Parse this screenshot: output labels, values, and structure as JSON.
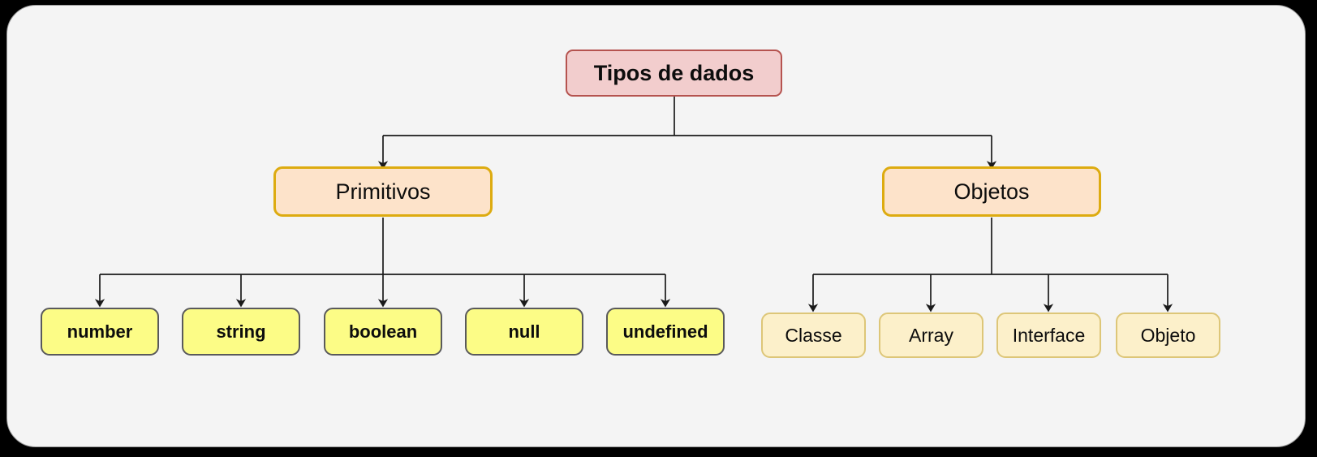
{
  "diagram": {
    "title_node": {
      "label": "Tipos de dados"
    },
    "branches": [
      {
        "label": "Primitivos"
      },
      {
        "label": "Objetos"
      }
    ],
    "primitives": [
      {
        "label": "number"
      },
      {
        "label": "string"
      },
      {
        "label": "boolean"
      },
      {
        "label": "null"
      },
      {
        "label": "undefined"
      }
    ],
    "objects": [
      {
        "label": "Classe"
      },
      {
        "label": "Array"
      },
      {
        "label": "Interface"
      },
      {
        "label": "Objeto"
      }
    ],
    "colors": {
      "canvas": "#f4f4f4",
      "frame_border": "#9a9a9a",
      "root_fill": "#f2cdcd",
      "root_border": "#b5534f",
      "branch_fill": "#fde3ca",
      "branch_border": "#ddab10",
      "primitive_fill": "#fcfc86",
      "primitive_border": "#59595b",
      "object_fill": "#fcf0ca",
      "object_border": "#ddc678",
      "connector": "#1a1a1a"
    }
  }
}
